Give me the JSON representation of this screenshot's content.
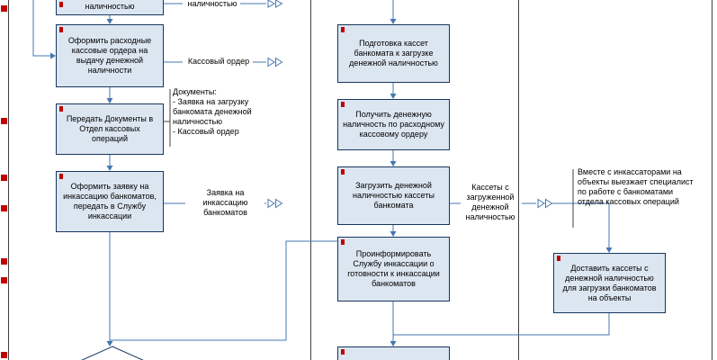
{
  "colors": {
    "box_fill": "#dce6f1",
    "box_border": "#17375e",
    "flow_line": "#4577b0",
    "lane_line": "#404040",
    "marker_red": "#c00000"
  },
  "boxes": {
    "cut_top_left": "наличностью",
    "make_cash_orders": "Оформить расходные кассовые ордера на выдачу денежной наличности",
    "hand_over_documents": "Передать Документы в Отдел кассовых операций",
    "request_collection": "Оформить заявку на инкассацию банкоматов, передать в Службу инкассации",
    "prepare_cassettes": "Подготовка кассет банкомата к загрузке денежной наличностью",
    "receive_cash": "Получить денежную наличность по расходному кассовому ордеру",
    "load_cassettes": "Загрузить денежной наличностью кассеты банкомата",
    "inform_collection_service": "Проинформировать Службу инкассации о готовности к инкассации банкоматов",
    "deliver_cassettes": "Доставить кассеты с денежной наличностью для загрузки банкоматов на объекты"
  },
  "flow_labels": {
    "cash_top": "наличностью",
    "cash_order": "Кассовый ордер",
    "collection_request": "Заявка на инкассацию банкоматов",
    "loaded_cassettes": "Кассеты с загруженной денежной наличностью"
  },
  "notes": {
    "documents": "Документы:\n- Заявка на загрузку банкомата денежной наличностью\n- Кассовый ордер",
    "specialist": "Вместе с инкассаторами на объекты выезжает специалист по работе с банкоматами отдела кассовых операций"
  }
}
